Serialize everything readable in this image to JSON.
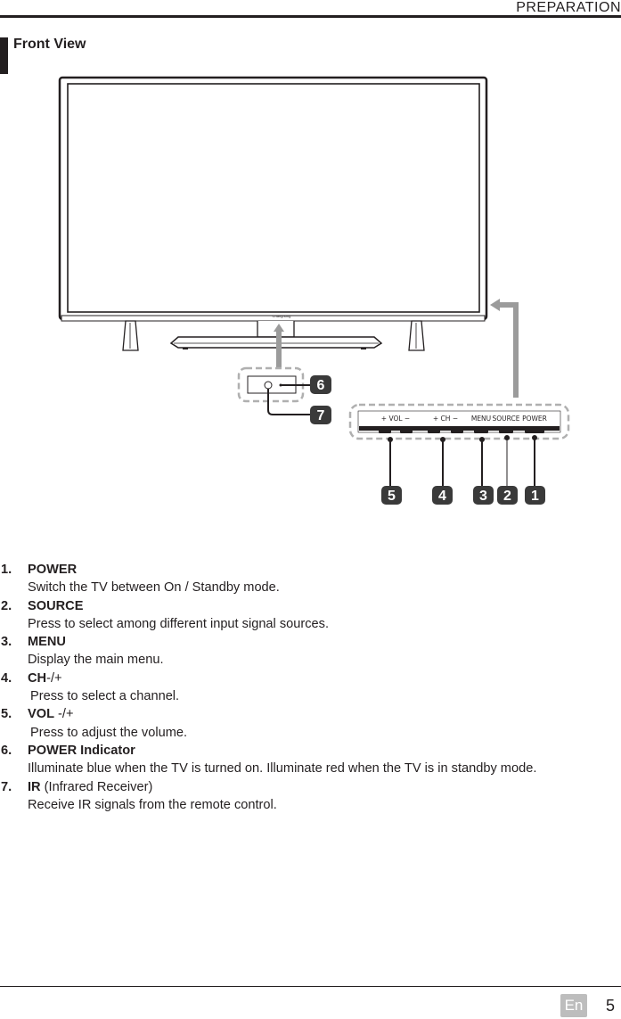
{
  "header": {
    "section": "PREPARATION"
  },
  "section_title": "Front View",
  "diagram": {
    "tv_logo": "Changhong",
    "panel_labels": {
      "vol": "+ VOL −",
      "ch": "+ CH −",
      "menu": "MENU",
      "source": "SOURCE",
      "power": "POWER"
    },
    "callouts": [
      "1",
      "2",
      "3",
      "4",
      "5",
      "6",
      "7"
    ]
  },
  "items": [
    {
      "num": "1.",
      "name": "POWER",
      "desc": "Switch the TV between On / Standby mode."
    },
    {
      "num": "2.",
      "name": "SOURCE",
      "desc": "Press to select among different input signal sources."
    },
    {
      "num": "3.",
      "name": "MENU",
      "desc": "Display the main menu."
    },
    {
      "num": "4.",
      "name": "CH",
      "name_suffix": "-/+",
      "desc": "Press to select a channel."
    },
    {
      "num": "5.",
      "name": "VOL",
      "name_suffix": " -/+",
      "desc": "Press to adjust the volume."
    },
    {
      "num": "6.",
      "name": "POWER Indicator",
      "desc": "Illuminate blue when the TV is turned on. Illuminate red when the TV is in standby mode."
    },
    {
      "num": "7.",
      "name": "IR",
      "name_suffix": " (Infrared Receiver)",
      "desc": "Receive IR signals from the remote control."
    }
  ],
  "footer": {
    "language": "En",
    "page": "5"
  }
}
